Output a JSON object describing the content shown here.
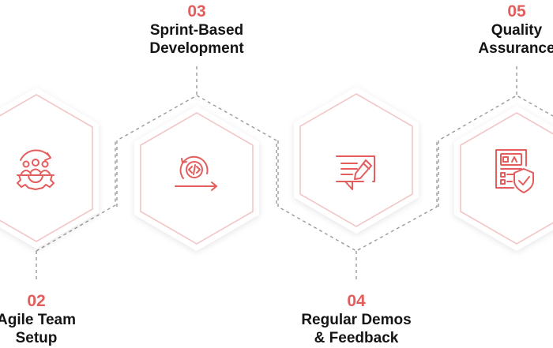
{
  "colors": {
    "accent": "#e45d5d",
    "hex_outline": "#f2c6c6",
    "connector": "#9a9a9a",
    "text": "#141414"
  },
  "steps": [
    {
      "number": "02",
      "title": "Agile Team\nSetup",
      "icon": "agile-team-gear-icon"
    },
    {
      "number": "03",
      "title": "Sprint-Based\nDevelopment",
      "icon": "sprint-code-cycle-icon"
    },
    {
      "number": "04",
      "title": "Regular Demos\n& Feedback",
      "icon": "feedback-message-icon"
    },
    {
      "number": "05",
      "title": "Quality\nAssurance",
      "icon": "qa-checklist-shield-icon"
    }
  ]
}
